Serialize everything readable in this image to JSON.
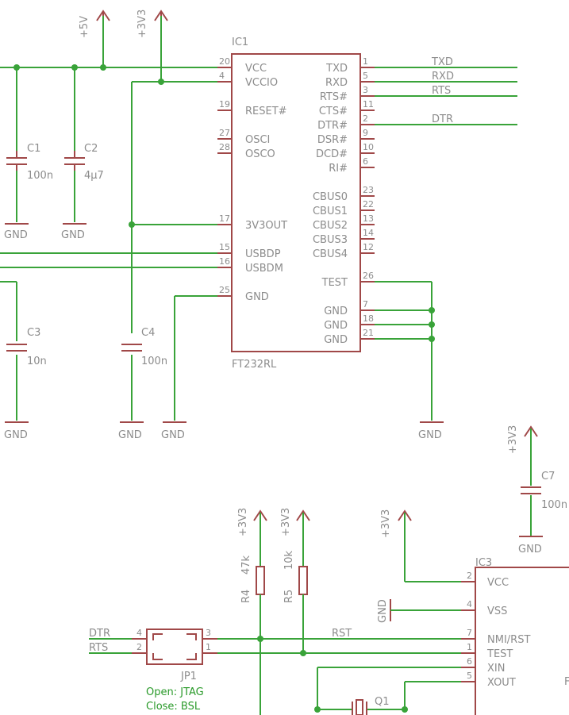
{
  "ic1": {
    "name": "IC1",
    "value": "FT232RL",
    "left_pins": [
      {
        "num": "20",
        "name": "VCC"
      },
      {
        "num": "4",
        "name": "VCCIO"
      },
      {
        "num": "19",
        "name": "RESET#"
      },
      {
        "num": "27",
        "name": "OSCI"
      },
      {
        "num": "28",
        "name": "OSCO"
      },
      {
        "num": "17",
        "name": "3V3OUT"
      },
      {
        "num": "15",
        "name": "USBDP"
      },
      {
        "num": "16",
        "name": "USBDM"
      },
      {
        "num": "25",
        "name": "GND"
      }
    ],
    "right_pins": [
      {
        "num": "1",
        "name": "TXD"
      },
      {
        "num": "5",
        "name": "RXD"
      },
      {
        "num": "3",
        "name": "RTS#"
      },
      {
        "num": "11",
        "name": "CTS#"
      },
      {
        "num": "2",
        "name": "DTR#"
      },
      {
        "num": "9",
        "name": "DSR#"
      },
      {
        "num": "10",
        "name": "DCD#"
      },
      {
        "num": "6",
        "name": "RI#"
      },
      {
        "num": "23",
        "name": "CBUS0"
      },
      {
        "num": "22",
        "name": "CBUS1"
      },
      {
        "num": "13",
        "name": "CBUS2"
      },
      {
        "num": "14",
        "name": "CBUS3"
      },
      {
        "num": "12",
        "name": "CBUS4"
      },
      {
        "num": "26",
        "name": "TEST"
      },
      {
        "num": "7",
        "name": "GND"
      },
      {
        "num": "18",
        "name": "GND"
      },
      {
        "num": "21",
        "name": "GND"
      }
    ]
  },
  "ic3": {
    "name": "IC3",
    "pins": [
      {
        "num": "2",
        "name": "VCC"
      },
      {
        "num": "4",
        "name": "VSS"
      },
      {
        "num": "7",
        "name": "NMI/RST"
      },
      {
        "num": "1",
        "name": "TEST"
      },
      {
        "num": "6",
        "name": "XIN"
      },
      {
        "num": "5",
        "name": "XOUT"
      }
    ],
    "partial_label": "F"
  },
  "nets": {
    "txd": "TXD",
    "rxd": "RXD",
    "rts": "RTS",
    "dtr": "DTR",
    "rst": "RST",
    "dtr2": "DTR",
    "rts2": "RTS"
  },
  "power": {
    "p5v": "+5V",
    "p3v3": "+3V3",
    "gnd": "GND"
  },
  "caps": {
    "c1": {
      "name": "C1",
      "value": "100n"
    },
    "c2": {
      "name": "C2",
      "value": "4µ7"
    },
    "c3": {
      "name": "C3",
      "value": "10n"
    },
    "c4": {
      "name": "C4",
      "value": "100n"
    },
    "c7": {
      "name": "C7",
      "value": "100n"
    }
  },
  "resistors": {
    "r4": {
      "name": "R4",
      "value": "47k"
    },
    "r5": {
      "name": "R5",
      "value": "10k"
    }
  },
  "jp1": {
    "name": "JP1",
    "pins": [
      "4",
      "2",
      "3",
      "1"
    ],
    "note_open": "Open: JTAG",
    "note_close": "Close: BSL"
  },
  "q1": {
    "name": "Q1"
  }
}
